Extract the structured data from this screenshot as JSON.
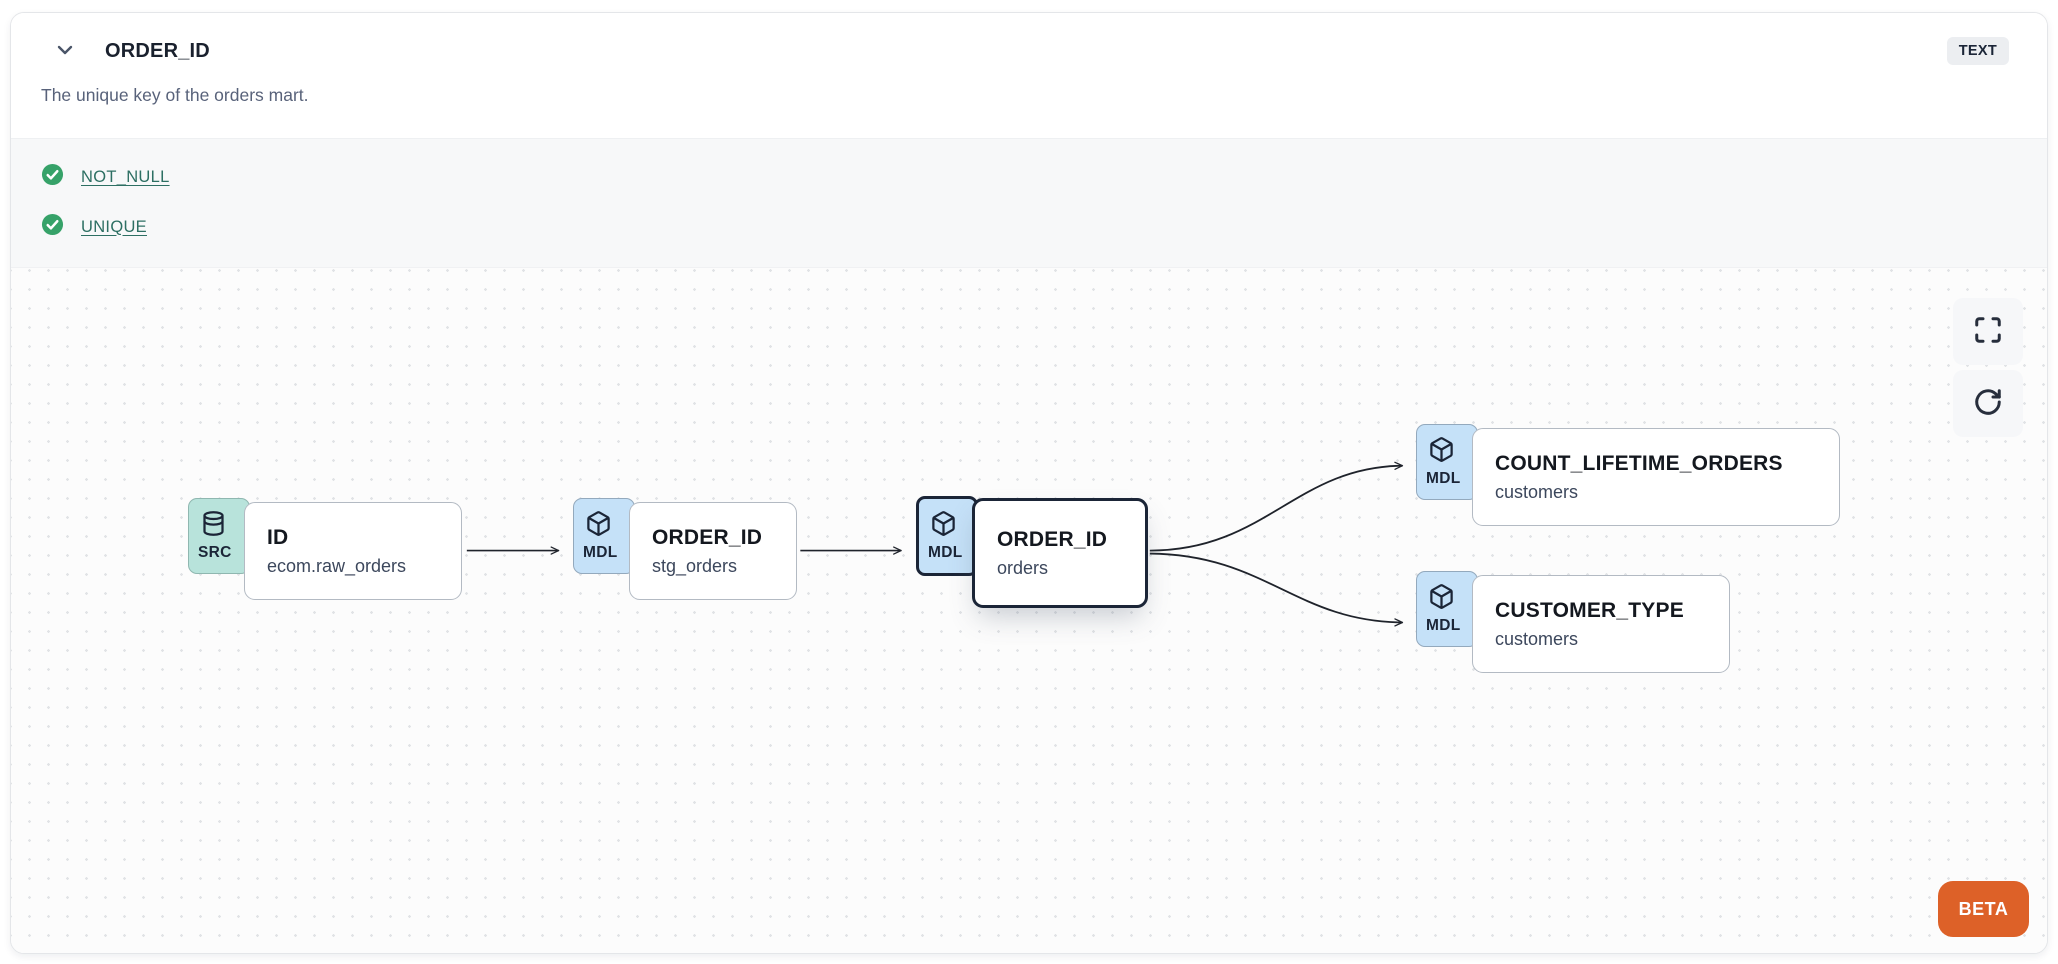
{
  "header": {
    "title": "ORDER_ID",
    "description": "The unique key of the orders mart.",
    "type_badge": "TEXT"
  },
  "tests": [
    {
      "label": "NOT_NULL",
      "status": "pass"
    },
    {
      "label": "UNIQUE",
      "status": "pass"
    }
  ],
  "lineage": {
    "nodes": [
      {
        "badge": "SRC",
        "icon": "database-icon",
        "title": "ID",
        "subtitle": "ecom.raw_orders",
        "selected": false
      },
      {
        "badge": "MDL",
        "icon": "cube-icon",
        "title": "ORDER_ID",
        "subtitle": "stg_orders",
        "selected": false
      },
      {
        "badge": "MDL",
        "icon": "cube-icon",
        "title": "ORDER_ID",
        "subtitle": "orders",
        "selected": true
      },
      {
        "badge": "MDL",
        "icon": "cube-icon",
        "title": "COUNT_LIFETIME_ORDERS",
        "subtitle": "customers",
        "selected": false
      },
      {
        "badge": "MDL",
        "icon": "cube-icon",
        "title": "CUSTOMER_TYPE",
        "subtitle": "customers",
        "selected": false
      }
    ],
    "beta_label": "BETA"
  },
  "colors": {
    "accent_orange": "#DD6128",
    "badge_src_teal": "#B8E3DB",
    "badge_mdl_blue": "#C5E1F8",
    "test_pass_green": "#36A269",
    "link_teal": "#2D6F63",
    "node_border_selected": "#1B2537"
  }
}
